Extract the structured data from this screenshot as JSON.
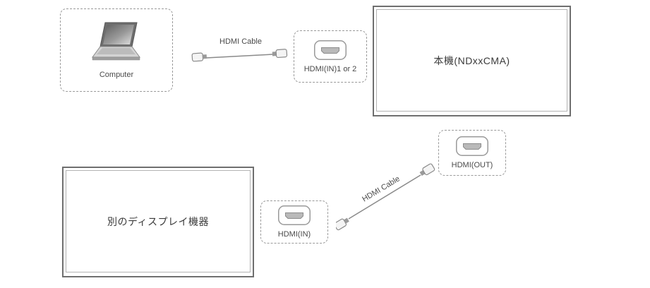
{
  "diagram": {
    "computer": {
      "label": "Computer"
    },
    "top_cable": {
      "label": "HDMI Cable"
    },
    "hdmi_in_1_or_2": {
      "label": "HDMI(IN)1 or 2"
    },
    "main_unit": {
      "label": "本機(NDxxCMA)"
    },
    "hdmi_out": {
      "label": "HDMI(OUT)"
    },
    "bottom_cable": {
      "label": "HDMI Cable"
    },
    "hdmi_in": {
      "label": "HDMI(IN)"
    },
    "other_display": {
      "label": "別のディスプレイ機器"
    }
  },
  "colors": {
    "dashed_outline": "#9a9a9a",
    "monitor_border": "#6f6f6f",
    "cable_line": "#8a8a8a",
    "connector_fill": "#b9b9b9",
    "text": "#4a4a4a"
  }
}
